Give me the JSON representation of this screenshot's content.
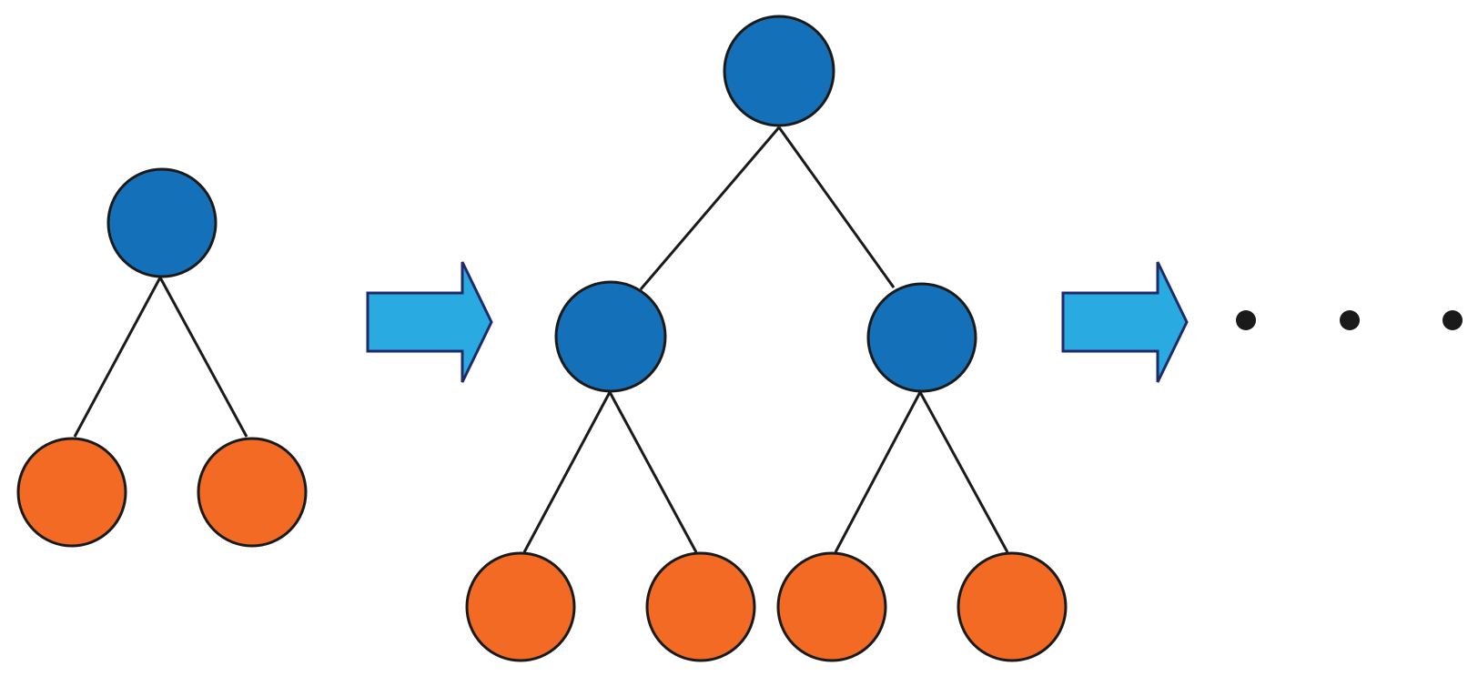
{
  "colors": {
    "internal_node": "#1470b8",
    "leaf_node": "#f26a24",
    "arrow_fill": "#29abe2",
    "arrow_stroke": "#1f2a6b",
    "edge": "#1a1a1a",
    "ellipsis_dot": "#1a1a1a"
  },
  "diagram": {
    "stages": [
      {
        "name": "small-tree",
        "levels": 2,
        "internal_nodes": 1,
        "leaf_nodes": 2
      },
      {
        "name": "large-tree",
        "levels": 3,
        "internal_nodes": 3,
        "leaf_nodes": 4
      }
    ],
    "continuation": "ellipsis",
    "ellipsis_dots": 3
  }
}
